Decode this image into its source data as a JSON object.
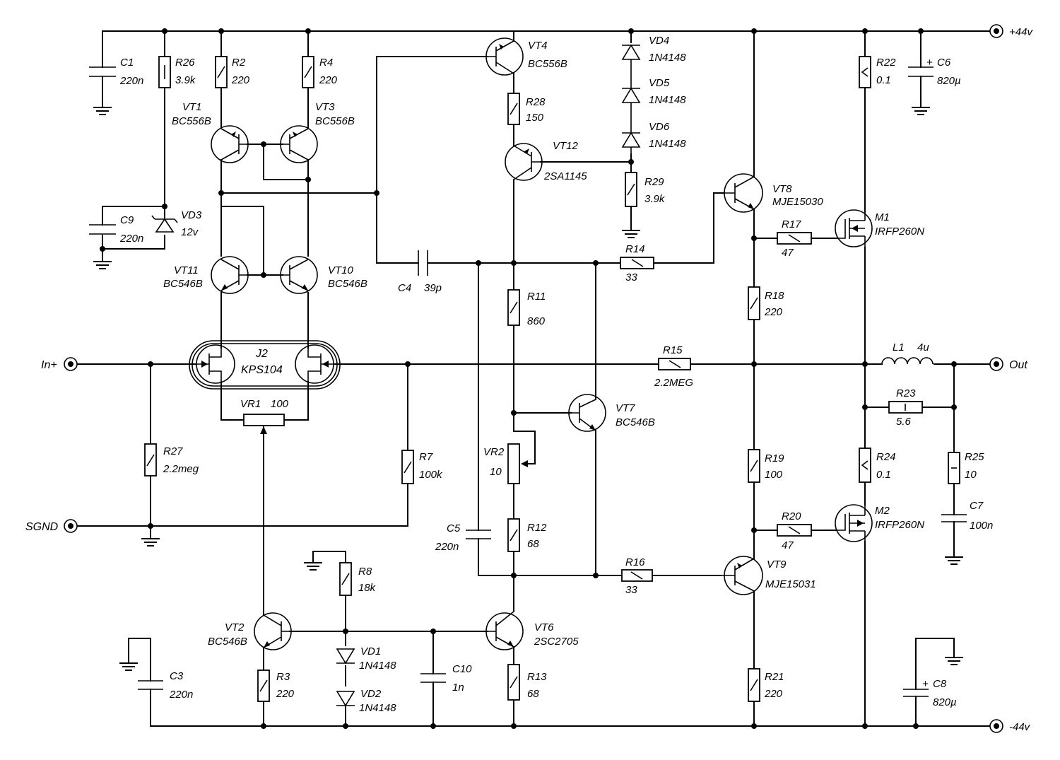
{
  "ports": {
    "v_plus": "+44v",
    "v_minus": "-44v",
    "out": "Out",
    "in": "In+",
    "sgnd": "SGND"
  },
  "capacitors": {
    "C1": {
      "name": "C1",
      "value": "220n"
    },
    "C9": {
      "name": "C9",
      "value": "220n"
    },
    "C4": {
      "name": "C4",
      "value": "39p"
    },
    "C5": {
      "name": "C5",
      "value": "220n"
    },
    "C10": {
      "name": "C10",
      "value": "1n"
    },
    "C3": {
      "name": "C3",
      "value": "220n"
    },
    "C6": {
      "name": "C6",
      "value": "820µ"
    },
    "C7": {
      "name": "C7",
      "value": "100n"
    },
    "C8": {
      "name": "C8",
      "value": "820µ"
    }
  },
  "resistors": {
    "R26": {
      "name": "R26",
      "value": "3.9k"
    },
    "R2": {
      "name": "R2",
      "value": "220"
    },
    "R4": {
      "name": "R4",
      "value": "220"
    },
    "R28": {
      "name": "R28",
      "value": "150"
    },
    "R29": {
      "name": "R29",
      "value": "3.9k"
    },
    "R22": {
      "name": "R22",
      "value": "0.1"
    },
    "R17": {
      "name": "R17",
      "value": "47"
    },
    "R14": {
      "name": "R14",
      "value": "33"
    },
    "R11": {
      "name": "R11",
      "value": "860"
    },
    "R18": {
      "name": "R18",
      "value": "220"
    },
    "R15": {
      "name": "R15",
      "value": "2.2MEG"
    },
    "R23": {
      "name": "R23",
      "value": "5.6"
    },
    "R24": {
      "name": "R24",
      "value": "0.1"
    },
    "R25": {
      "name": "R25",
      "value": "10"
    },
    "R19": {
      "name": "R19",
      "value": "100"
    },
    "R20": {
      "name": "R20",
      "value": "47"
    },
    "R27": {
      "name": "R27",
      "value": "2.2meg"
    },
    "R7": {
      "name": "R7",
      "value": "100k"
    },
    "R12": {
      "name": "R12",
      "value": "68"
    },
    "R16": {
      "name": "R16",
      "value": "33"
    },
    "R8": {
      "name": "R8",
      "value": "18k"
    },
    "R3": {
      "name": "R3",
      "value": "220"
    },
    "R13": {
      "name": "R13",
      "value": "68"
    },
    "R21": {
      "name": "R21",
      "value": "220"
    }
  },
  "transistors": {
    "VT1": {
      "name": "VT1",
      "part": "BC556B"
    },
    "VT3": {
      "name": "VT3",
      "part": "BC556B"
    },
    "VT4": {
      "name": "VT4",
      "part": "BC556B"
    },
    "VT12": {
      "name": "VT12",
      "part": "2SA1145"
    },
    "VT8": {
      "name": "VT8",
      "part": "MJE15030"
    },
    "VT11": {
      "name": "VT11",
      "part": "BC546B"
    },
    "VT10": {
      "name": "VT10",
      "part": "BC546B"
    },
    "VT7": {
      "name": "VT7",
      "part": "BC546B"
    },
    "VT9": {
      "name": "VT9",
      "part": "MJE15031"
    },
    "VT2": {
      "name": "VT2",
      "part": "BC546B"
    },
    "VT6": {
      "name": "VT6",
      "part": "2SC2705"
    },
    "M1": {
      "name": "M1",
      "part": "IRFP260N"
    },
    "M2": {
      "name": "M2",
      "part": "IRFP260N"
    },
    "J2": {
      "name": "J2",
      "part": "KPS104"
    }
  },
  "diodes": {
    "VD4": {
      "name": "VD4",
      "part": "1N4148"
    },
    "VD5": {
      "name": "VD5",
      "part": "1N4148"
    },
    "VD6": {
      "name": "VD6",
      "part": "1N4148"
    },
    "VD1": {
      "name": "VD1",
      "part": "1N4148"
    },
    "VD2": {
      "name": "VD2",
      "part": "1N4148"
    },
    "VD3": {
      "name": "VD3",
      "part": "12v"
    }
  },
  "misc": {
    "VR1": {
      "name": "VR1",
      "value": "100"
    },
    "VR2": {
      "name": "VR2",
      "value": "10"
    },
    "L1": {
      "name": "L1",
      "value": "4u"
    }
  }
}
